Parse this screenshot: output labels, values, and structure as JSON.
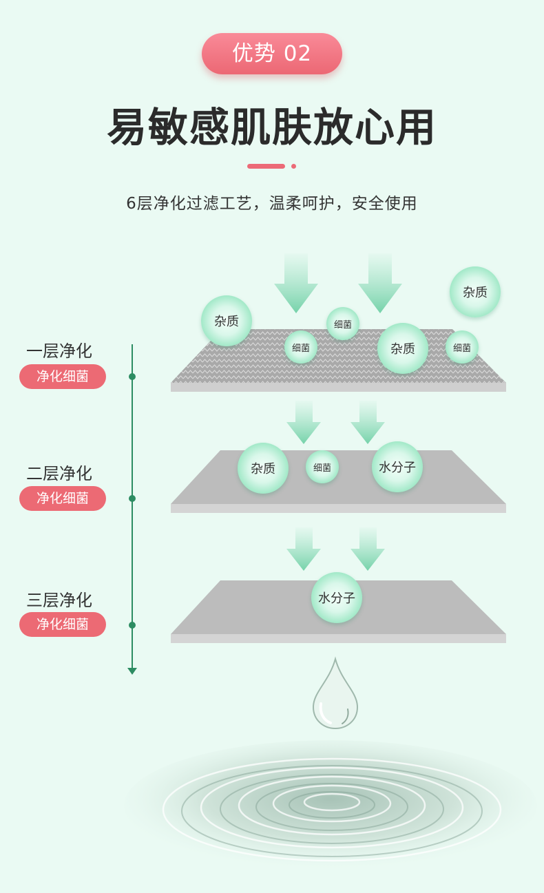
{
  "badge": {
    "text": "优势  02"
  },
  "headline": "易敏感肌肤放心用",
  "subtitle": "6层净化过滤工艺，温柔呵护，安全使用",
  "layers": [
    {
      "title": "一层净化",
      "tag": "净化细菌"
    },
    {
      "title": "二层净化",
      "tag": "净化细菌"
    },
    {
      "title": "三层净化",
      "tag": "净化细菌"
    }
  ],
  "particles": {
    "top_right": "杂质",
    "l1_big_left": "杂质",
    "l1_small_top": "细菌",
    "l1_small_left": "细菌",
    "l1_big_mid": "杂质",
    "l1_small_right": "细菌",
    "l2_big_left": "杂质",
    "l2_small": "细菌",
    "l2_big_right": "水分子",
    "l3_big": "水分子"
  },
  "colors": {
    "background": "#eafaf3",
    "accent_pink": "#ec6a74",
    "timeline_green": "#2d8c62",
    "plate_gray": "#bdbdbd"
  }
}
